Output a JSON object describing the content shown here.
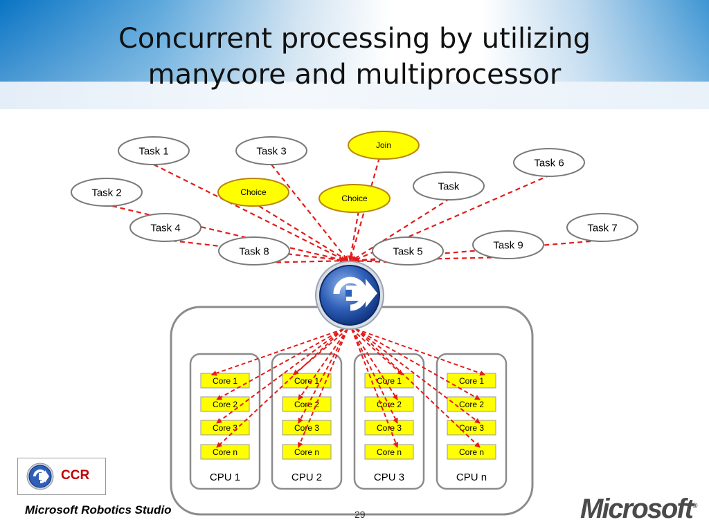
{
  "slide": {
    "title": "Concurrent processing by utilizing\nmanycore and multiprocessor",
    "footer_left": "Microsoft Robotics Studio",
    "page_number": "29",
    "ms_logo": "Microsoft",
    "ccr_label": "CCR"
  },
  "colors": {
    "arrow": "#e41b1b",
    "highlight": "#ffff00",
    "highlight_border": "#b8860b",
    "node_border": "#7a7a7a"
  },
  "tasks": [
    {
      "id": "task1",
      "label": "Task 1",
      "highlight": false
    },
    {
      "id": "task3",
      "label": "Task 3",
      "highlight": false
    },
    {
      "id": "join",
      "label": "Join",
      "highlight": true
    },
    {
      "id": "task6",
      "label": "Task 6",
      "highlight": false
    },
    {
      "id": "task2",
      "label": "Task 2",
      "highlight": false
    },
    {
      "id": "choice1",
      "label": "Choice",
      "highlight": true
    },
    {
      "id": "choice2",
      "label": "Choice",
      "highlight": true
    },
    {
      "id": "task",
      "label": "Task",
      "highlight": false
    },
    {
      "id": "task4",
      "label": "Task 4",
      "highlight": false
    },
    {
      "id": "task7",
      "label": "Task 7",
      "highlight": false
    },
    {
      "id": "task9",
      "label": "Task 9",
      "highlight": false
    },
    {
      "id": "task8",
      "label": "Task 8",
      "highlight": false
    },
    {
      "id": "task5",
      "label": "Task 5",
      "highlight": false
    }
  ],
  "cpus": [
    {
      "label": "CPU 1",
      "cores": [
        "Core 1",
        "Core 2",
        "Core 3",
        "Core n"
      ]
    },
    {
      "label": "CPU 2",
      "cores": [
        "Core 1",
        "Core 2",
        "Core 3",
        "Core n"
      ]
    },
    {
      "label": "CPU 3",
      "cores": [
        "Core 1",
        "Core 2",
        "Core 3",
        "Core n"
      ]
    },
    {
      "label": "CPU n",
      "cores": [
        "Core 1",
        "Core 2",
        "Core 3",
        "Core n"
      ]
    }
  ]
}
